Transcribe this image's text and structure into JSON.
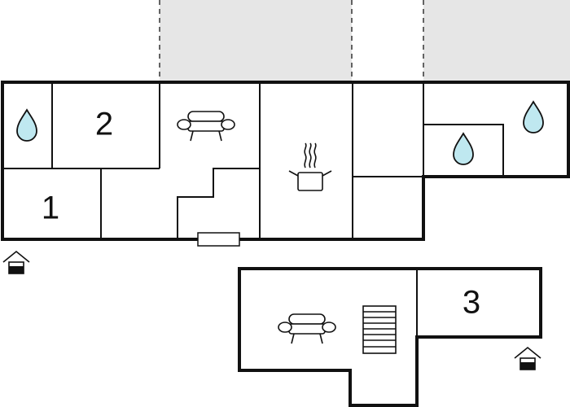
{
  "floor_plan": {
    "room_labels": [
      "1",
      "2",
      "3"
    ],
    "icons": {
      "water": "water-drop-icon",
      "sofa": "sofa-icon",
      "kitchen": "cooking-pot-icon",
      "entrance": "entrance-house-icon",
      "stairs": "stairs-icon",
      "door": "door-mat-icon"
    },
    "colors": {
      "wall": "#111111",
      "terrace_fill": "#e6e6e6",
      "water_fill": "#bfe8f0",
      "background": "#ffffff"
    }
  }
}
